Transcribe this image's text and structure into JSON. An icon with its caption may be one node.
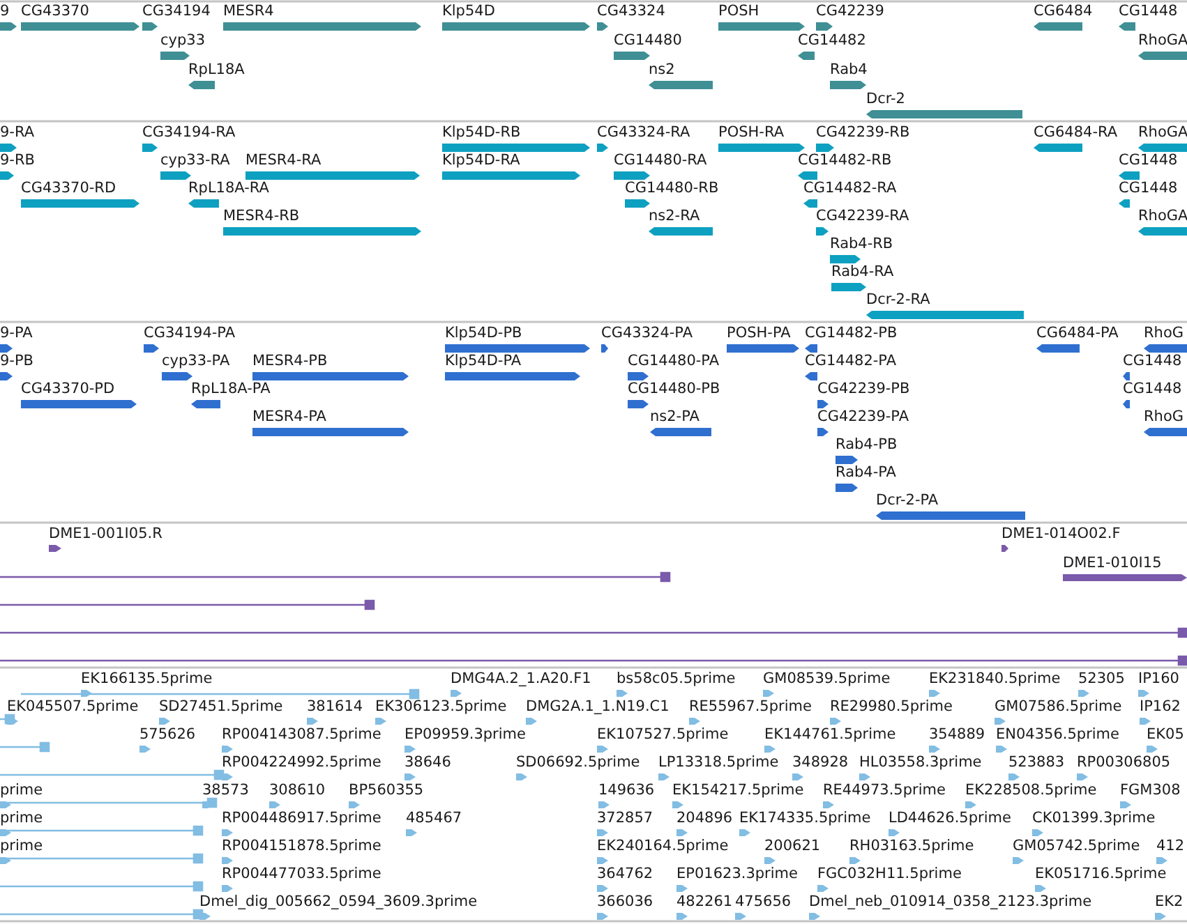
{
  "diagram": {
    "labels": [
      "9",
      "CG43370",
      "CG34194",
      "MESR4",
      "Klp54D",
      "CG43324",
      "POSH",
      "CG42239",
      "CG6484",
      "CG1448",
      "cyp33",
      "CG14480",
      "CG14482",
      "RhoGA",
      "RpL18A",
      "ns2",
      "Rab4",
      "Dcr-2",
      "9-RA",
      "CG34194-RA",
      "Klp54D-RB",
      "CG43324-RA",
      "POSH-RA",
      "CG42239-RB",
      "CG6484-RA",
      "RhoGA",
      "9-RB",
      "cyp33-RA",
      "MESR4-RA",
      "Klp54D-RA",
      "CG14480-RA",
      "CG14482-RB",
      "CG1448",
      "CG43370-RD",
      "RpL18A-RA",
      "CG14480-RB",
      "CG14482-RA",
      "CG1448",
      "MESR4-RB",
      "ns2-RA",
      "CG42239-RA",
      "RhoGA",
      "Rab4-RB",
      "Rab4-RA",
      "Dcr-2-RA",
      "9-PA",
      "CG34194-PA",
      "Klp54D-PB",
      "CG43324-PA",
      "POSH-PA",
      "CG14482-PB",
      "CG6484-PA",
      "RhoG",
      "9-PB",
      "cyp33-PA",
      "MESR4-PB",
      "Klp54D-PA",
      "CG14480-PA",
      "CG14482-PA",
      "CG1448",
      "CG43370-PD",
      "RpL18A-PA",
      "CG14480-PB",
      "CG42239-PB",
      "CG1448",
      "MESR4-PA",
      "ns2-PA",
      "CG42239-PA",
      "RhoG",
      "Rab4-PB",
      "Rab4-PA",
      "Dcr-2-PA",
      "DME1-001I05.R",
      "DME1-014O02.F",
      "DME1-010I15",
      "EK166135.5prime",
      "DMG4A.2_1.A20.F1",
      "bs58c05.5prime",
      "GM08539.5prime",
      "EK231840.5prime",
      "52305",
      "IP160",
      "EK045507.5prime",
      "SD27451.5prime",
      "381614",
      "EK306123.5prime",
      "DMG2A.1_1.N19.C1",
      "RE55967.5prime",
      "RE29980.5prime",
      "GM07586.5prime",
      "IP162",
      "575626",
      "RP004143087.5prime",
      "EP09959.3prime",
      "EK107527.5prime",
      "EK144761.5prime",
      "354889",
      "EN04356.5prime",
      "EK05",
      "RP004224992.5prime",
      "38646",
      "SD06692.5prime",
      "LP13318.5prime",
      "348928",
      "HL03558.3prime",
      "523883",
      "RP00306805",
      "prime",
      "38573",
      "308610",
      "BP560355",
      "149636",
      "EK154217.5prime",
      "RE44973.5prime",
      "EK228508.5prime",
      "FGM308",
      "prime",
      "RP004486917.5prime",
      "485467",
      "372857",
      "204896",
      "EK174335.5prime",
      "LD44626.5prime",
      "CK01399.3prime",
      "prime",
      "RP004151878.5prime",
      "EK240164.5prime",
      "200621",
      "RH03163.5prime",
      "GM05742.5prime",
      "412",
      "RP004477033.5prime",
      "364762",
      "EP01623.3prime",
      "FGC032H11.5prime",
      "EK051716.5prime",
      "Dmel_dig_005662_0594_3609.3prime",
      "366036",
      "482261",
      "475656",
      "Dmel_neb_010914_0358_2123.3prime",
      "EK2"
    ]
  }
}
